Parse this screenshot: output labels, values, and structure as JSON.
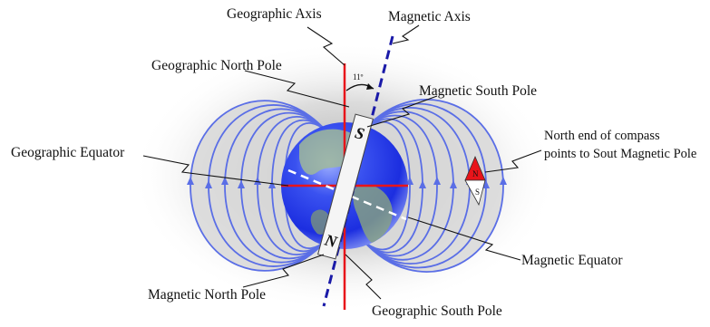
{
  "labels": {
    "geographic_axis": "Geographic Axis",
    "magnetic_axis": "Magnetic Axis",
    "geographic_north_pole": "Geographic North Pole",
    "magnetic_south_pole": "Magnetic South Pole",
    "geographic_equator": "Geographic Equator",
    "compass_note_line1": "North end of compass",
    "compass_note_line2": "points to Sout Magnetic Pole",
    "magnetic_equator": "Magnetic Equator",
    "magnetic_north_pole": "Magnetic North Pole",
    "geographic_south_pole": "Geographic South Pole",
    "tilt_angle": "11º",
    "magnet_top_letter": "S",
    "magnet_bottom_letter": "N",
    "compass_top_letter": "N",
    "compass_bottom_letter": "S"
  },
  "colors": {
    "geographic_axis": "#e8141a",
    "magnetic_axis": "#1a1aa8",
    "field_lines": "#5a6ee6",
    "field_fill": "#d8d8d8",
    "earth_ocean": "#1f34e8",
    "compass_north": "#e8141a"
  }
}
